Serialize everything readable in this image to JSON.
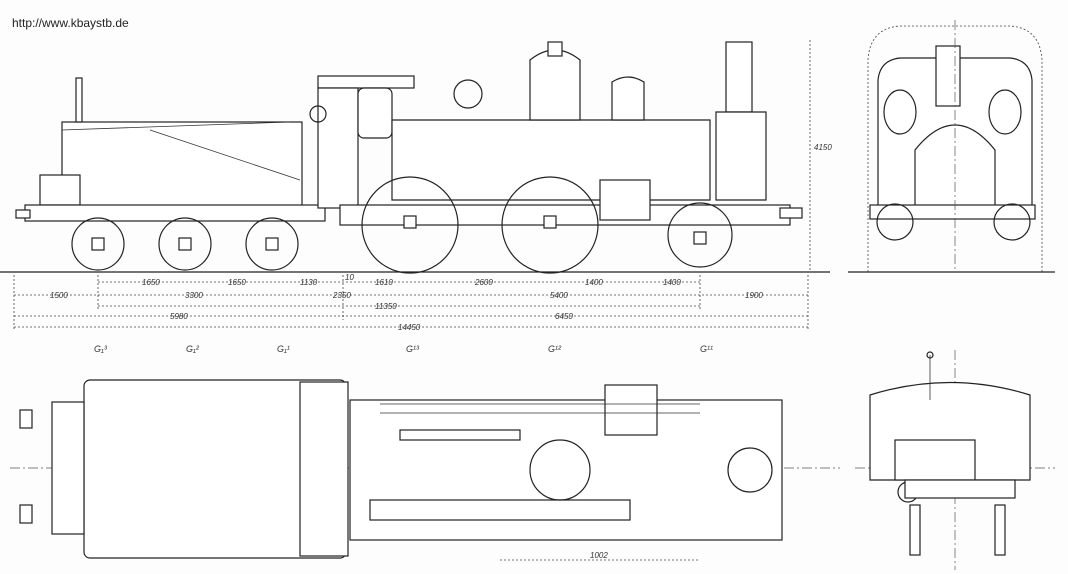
{
  "watermark": "http://www.kbaystb.de",
  "dimensions": {
    "row1": [
      "1650",
      "1650",
      "1130",
      "10",
      "1610",
      "2600",
      "1400",
      "1400"
    ],
    "row2": [
      "1500",
      "3300",
      "2350",
      "5400",
      "1900"
    ],
    "row3": "11350",
    "row4a": "5980",
    "row4b": "6450",
    "row5": "14450",
    "plan": "1002",
    "height": "4150"
  },
  "axle_labels": [
    "G₁³",
    "G₁²",
    "G₁¹",
    "G¹³",
    "G¹²",
    "G¹¹"
  ]
}
